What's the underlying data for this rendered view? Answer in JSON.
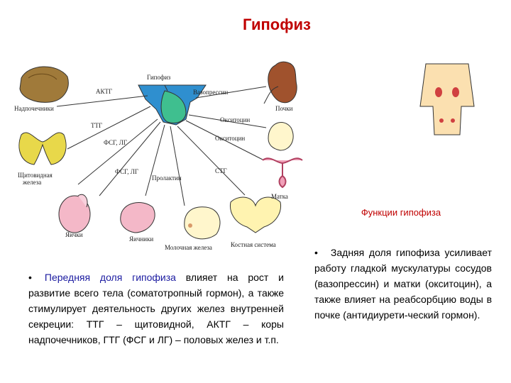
{
  "title": "Гипофиз",
  "subtitle": "Функции гипофиза",
  "diagram": {
    "labels": {
      "gipofiz": "Гипофиз",
      "aktg": "АКТГ",
      "ttg": "ТТГ",
      "fsg_lg_1": "ФСГ, ЛГ",
      "fsg_lg_2": "ФСГ, ЛГ",
      "prolaktin": "Пролактин",
      "vazopressin": "Вазопрессин",
      "oksitocin_1": "Окситоцин",
      "oksitocin_2": "Окситоцин",
      "stg": "СТГ",
      "nadpochechniki": "Надпочечники",
      "shchitovidnaya_1": "Щитовидная",
      "shchitovidnaya_2": "железа",
      "yaichki": "Яички",
      "yaichniki": "Яичники",
      "molochnaya": "Молочная железа",
      "kostnaya": "Костная система",
      "pochki": "Почки",
      "matka": "Матка"
    }
  },
  "left_text": {
    "bullet": "•",
    "highlight": "Передняя доля гипофиза",
    "rest": " влияет на рост и развитие всего тела (соматотропный гормон), а также стимулирует деятельность других желез внутренней секреции: ТТГ – щитовидной, АКТГ – коры надпочечников, ГТГ (ФСГ и ЛГ) – половых желез и т.п."
  },
  "right_text": {
    "bullet": "•",
    "text": "Задняя доля гипофиза усиливает работу гладкой мускулатуры сосудов (вазопрессин) и матки (окситоцин), а также влияет на реабсорбцию воды в почке (антидиурети-ческий гормон)."
  },
  "colors": {
    "title": "#c00000",
    "highlight": "#1a1aa0",
    "pituitary_front": "#2f8fcf",
    "pituitary_back": "#3fbf8f"
  }
}
